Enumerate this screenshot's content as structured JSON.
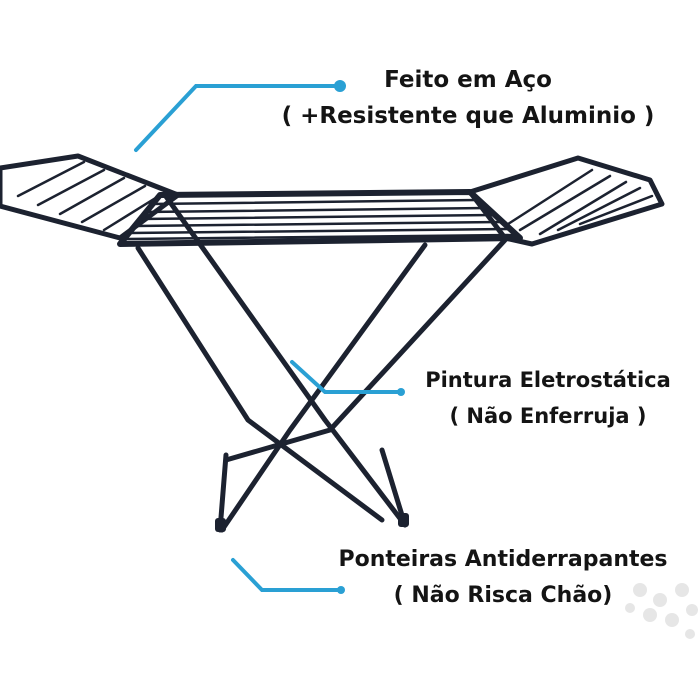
{
  "callouts": {
    "steel": {
      "line1": "Feito em Aço",
      "line2": "( +Resistente que Aluminio )"
    },
    "paint": {
      "line1": "Pintura Eletrostática",
      "line2": "( Não Enferruja )"
    },
    "feet": {
      "line1": "Ponteiras Antiderrapantes",
      "line2": "( Não Risca Chão)"
    }
  },
  "colors": {
    "frame": "#1c2230",
    "accent": "#2aa0d4",
    "background": "#ffffff",
    "text": "#141414"
  },
  "icons": {
    "callout_marker": "dot-marker-icon"
  }
}
